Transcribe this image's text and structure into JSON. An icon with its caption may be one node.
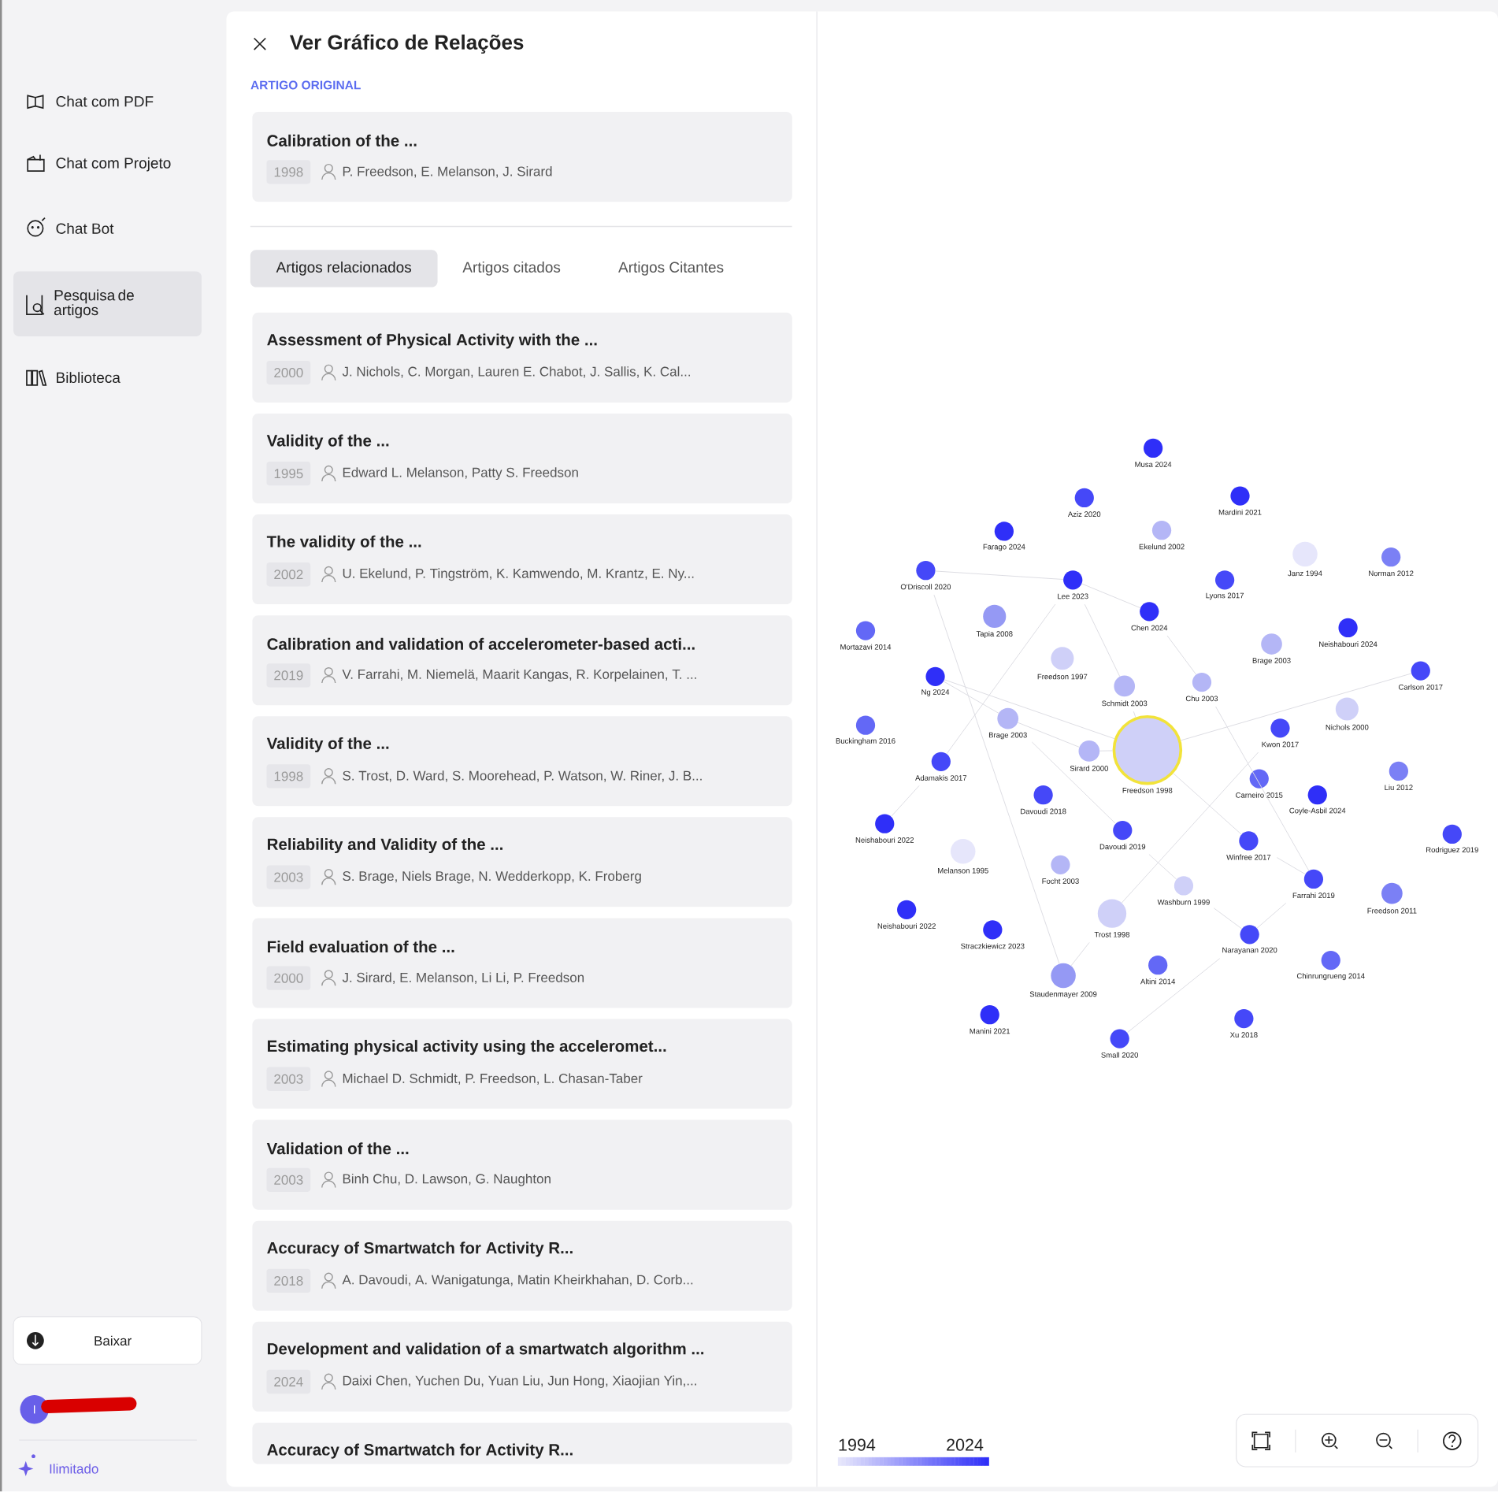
{
  "diagram": {
    "title": "Ver Gráfico de Relações",
    "nodes": [
      {
        "text": [
          "Calibration of the ...",
          "1998",
          "P. Freedson, E. Melanson, J. Sirard"
        ]
      },
      {
        "text": [
          "Assessment of Physical Activity with the ...",
          "2000",
          "J. Nichols, C. Morgan, Lauren E. Chabot, J. Sallis, K. Cal..."
        ]
      },
      {
        "text": [
          "Validity of the ...",
          "1995",
          "Edward L. Melanson, Patty S. Freedson"
        ]
      },
      {
        "text": [
          "The validity of the ...",
          "2002",
          "U. Ekelund, P. Tingström, K. Kamwendo, M. Krantz, E. Ny..."
        ]
      },
      {
        "text": [
          "Calibration and validation of accelerometer-based acti...",
          "2019",
          "V. Farrahi, M. Niemelä, Maarit Kangas, R. Korpelainen, T. ..."
        ]
      },
      {
        "text": [
          "Validity of the ...",
          "1998",
          "S. Trost, D. Ward, S. Moorehead, P. Watson, W. Riner, J. B..."
        ]
      },
      {
        "text": [
          "Reliability and Validity of the ...",
          "2003",
          "S. Brage, Niels Brage, N. Wedderkopp, K. Froberg"
        ]
      },
      {
        "text": [
          "Field evaluation of the ...",
          "2000",
          "J. Sirard, E. Melanson, Li Li, P. Freedson"
        ]
      },
      {
        "text": [
          "Estimating physical activity using the acceleromet...",
          "2003",
          "Michael D. Schmidt, P. Freedson, L. Chasan-Taber"
        ]
      },
      {
        "text": [
          "Validation of the ...",
          "2003",
          "Binh Chu, D. Lawson, G. Naughton"
        ]
      },
      {
        "text": [
          "Accuracy of Smartwatch for Activity R...",
          "2018",
          "A. Davoudi, A. Wanigatunga, Matin Kheirkhahan, D. Corb..."
        ]
      },
      {
        "text": [
          "Development and validation of a smartwatch algorithm ...",
          "2024",
          "Daixi Chen, Yuchen Du, Yuan Liu, Jun Hong, Xiaojian Yin,..."
        ]
      },
      {
        "text": [
          "Accuracy of Smartwatch for Activity R..."
        ]
      },
      {
        "text": [
          "Musa 2024"
        ]
      },
      {
        "text": [
          "Aziz 2020"
        ]
      },
      {
        "text": [
          "Mardini 2021"
        ]
      },
      {
        "text": [
          "Ekelund 2002"
        ]
      },
      {
        "text": [
          "Farago 2024"
        ]
      },
      {
        "text": [
          "Janz 1994"
        ]
      },
      {
        "text": [
          "Norman 2012"
        ]
      },
      {
        "text": [
          "O'Driscoll 2020"
        ]
      },
      {
        "text": [
          "Lee 2023"
        ]
      },
      {
        "text": [
          "Lyons 2017"
        ]
      },
      {
        "text": [
          "Chen 2024"
        ]
      },
      {
        "text": [
          "Tapia 2008"
        ]
      },
      {
        "text": [
          "Neishabouri 2024"
        ]
      },
      {
        "text": [
          "Mortazavi 2014"
        ]
      },
      {
        "text": [
          "Brage 2003"
        ]
      },
      {
        "text": [
          "Freedson 1997"
        ]
      },
      {
        "text": [
          "Carlson 2017"
        ]
      },
      {
        "text": [
          "Ng 2024"
        ]
      },
      {
        "text": [
          "Chu 2003"
        ]
      },
      {
        "text": [
          "Schmidt 2003"
        ]
      },
      {
        "text": [
          "Nichols 2000"
        ]
      },
      {
        "text": [
          "Brage 2003"
        ]
      },
      {
        "text": [
          "Kwon 2017"
        ]
      },
      {
        "text": [
          "Buckingham 2016"
        ]
      },
      {
        "text": [
          "Freedson 1998"
        ]
      },
      {
        "text": [
          "Sirard 2000"
        ]
      },
      {
        "text": [
          "Adamakis 2017"
        ]
      },
      {
        "text": [
          "Liu 2012"
        ]
      },
      {
        "text": [
          "Carneiro 2015"
        ]
      },
      {
        "text": [
          "Davoudi 2018"
        ]
      },
      {
        "text": [
          "Coyle-Asbil 2024"
        ]
      },
      {
        "text": [
          "Neishabouri 2022"
        ]
      },
      {
        "text": [
          "Davoudi 2019"
        ]
      },
      {
        "text": [
          "Rodriguez 2019"
        ]
      },
      {
        "text": [
          "Winfree 2017"
        ]
      },
      {
        "text": [
          "Melanson 1995"
        ]
      },
      {
        "text": [
          "Focht 2003"
        ]
      },
      {
        "text": [
          "Farrahi 2019"
        ]
      },
      {
        "text": [
          "Washburn 1999"
        ]
      },
      {
        "text": [
          "Freedson 2011"
        ]
      },
      {
        "text": [
          "Neishabouri 2022"
        ]
      },
      {
        "text": [
          "Trost 1998"
        ]
      },
      {
        "text": [
          "Straczkiewicz 2023"
        ]
      },
      {
        "text": [
          "Narayanan 2020"
        ]
      },
      {
        "text": [
          "Chinrungrueng 2014"
        ]
      },
      {
        "text": [
          "Altini 2014"
        ]
      },
      {
        "text": [
          "Staudenmayer 2009"
        ]
      },
      {
        "text": [
          "Manini 2021"
        ]
      },
      {
        "text": [
          "Xu 2018"
        ]
      },
      {
        "text": [
          "Small 2020"
        ]
      }
    ],
    "edges": [
      {
        "from": 20,
        "to": 21,
        "arrow": "none"
      },
      {
        "from": 21,
        "to": 23,
        "arrow": "none"
      },
      {
        "from": 21,
        "to": 32,
        "arrow": "none"
      },
      {
        "from": 32,
        "to": 37,
        "arrow": "none"
      },
      {
        "from": 21,
        "to": 39,
        "arrow": "none"
      },
      {
        "from": 39,
        "to": 44,
        "arrow": "none"
      },
      {
        "from": 20,
        "to": 59,
        "arrow": "none"
      },
      {
        "from": 30,
        "to": 37,
        "arrow": "none"
      },
      {
        "from": 30,
        "to": 34,
        "arrow": "none"
      },
      {
        "from": 34,
        "to": 38,
        "arrow": "none"
      },
      {
        "from": 38,
        "to": 37,
        "arrow": "none"
      },
      {
        "from": 34,
        "to": 45,
        "arrow": "none"
      },
      {
        "from": 23,
        "to": 31,
        "arrow": "none"
      },
      {
        "from": 31,
        "to": 50,
        "arrow": "none"
      },
      {
        "from": 37,
        "to": 29,
        "arrow": "none"
      },
      {
        "from": 37,
        "to": 47,
        "arrow": "none"
      },
      {
        "from": 47,
        "to": 50,
        "arrow": "none"
      },
      {
        "from": 35,
        "to": 54,
        "arrow": "none"
      },
      {
        "from": 54,
        "to": 59,
        "arrow": "none"
      },
      {
        "from": 45,
        "to": 51,
        "arrow": "none"
      },
      {
        "from": 51,
        "to": 56,
        "arrow": "none"
      },
      {
        "from": 56,
        "to": 50,
        "arrow": "none"
      },
      {
        "from": 56,
        "to": 62,
        "arrow": "none"
      }
    ],
    "labels": [
      "Chat com PDF",
      "Chat com Projeto",
      "Chat Bot",
      "Pesquisa de artigos",
      "Biblioteca",
      "Baixar",
      "I",
      "Ilimitado",
      "ARTIGO ORIGINAL",
      "Artigos relacionados",
      "Artigos citados",
      "Artigos Citantes",
      "1994",
      "2024"
    ]
  }
}
